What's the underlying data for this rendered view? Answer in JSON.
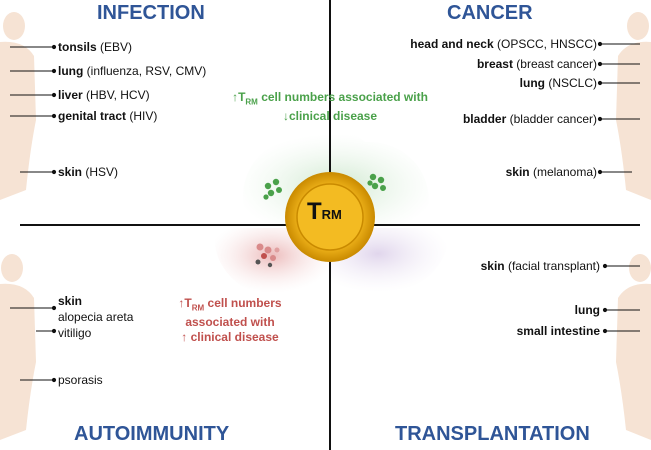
{
  "titles": {
    "infection": "INFECTION",
    "cancer": "CANCER",
    "autoimmunity": "AUTOIMMUNITY",
    "transplantation": "TRANSPLANTATION"
  },
  "infection": [
    {
      "bold": "tonsils",
      "rest": " (EBV)"
    },
    {
      "bold": "lung",
      "rest": " (influenza, RSV, CMV)"
    },
    {
      "bold": "liver",
      "rest": " (HBV, HCV)"
    },
    {
      "bold": "genital tract",
      "rest": " (HIV)"
    },
    {
      "bold": "skin",
      "rest": " (HSV)"
    }
  ],
  "cancer": [
    {
      "bold": "head and neck",
      "rest": " (OPSCC, HNSCC)"
    },
    {
      "bold": "breast",
      "rest": " (breast cancer)"
    },
    {
      "bold": "lung",
      "rest": " (NSCLC)"
    },
    {
      "bold": "bladder",
      "rest": " (bladder cancer)"
    },
    {
      "bold": "skin",
      "rest": " (melanoma)"
    }
  ],
  "autoimmunity": {
    "organ": "skin",
    "conditions": [
      "alopecia areta",
      "vitiligo",
      "psorasis"
    ]
  },
  "transplantation": [
    {
      "bold": "skin",
      "rest": " (facial transplant)"
    },
    {
      "bold": "lung",
      "rest": ""
    },
    {
      "bold": "small intestine",
      "rest": ""
    }
  ],
  "notes": {
    "good_prefix": "↑T",
    "good_sub": "RM",
    "good_rest": " cell numbers associated with",
    "good_line2": "↓clinical disease",
    "bad_prefix": "↑T",
    "bad_sub": "RM",
    "bad_rest": " cell numbers",
    "bad_line2": "associated with",
    "bad_line3": "↑ clinical disease"
  },
  "center": {
    "main": "T",
    "sub": "RM"
  },
  "colors": {
    "title": "#2f5597",
    "good": "#4aa14a",
    "bad": "#c0504d",
    "cell": "#f0a800",
    "silhouette": "#f6e3d4"
  }
}
